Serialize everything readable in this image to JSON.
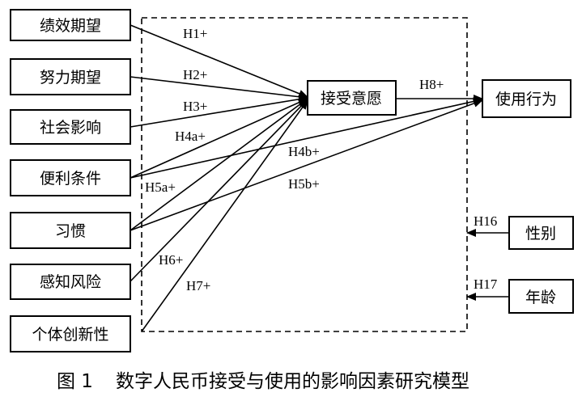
{
  "constructs": {
    "performance_expectancy": "绩效期望",
    "effort_expectancy": "努力期望",
    "social_influence": "社会影响",
    "facilitating_conditions": "便利条件",
    "habit": "习惯",
    "perceived_risk": "感知风险",
    "personal_innovativeness": "个体创新性",
    "intention": "接受意愿",
    "behavior": "使用行为",
    "gender": "性别",
    "age": "年龄"
  },
  "hypotheses": {
    "h1": "H1+",
    "h2": "H2+",
    "h3": "H3+",
    "h4a": "H4a+",
    "h4b": "H4b+",
    "h5a": "H5a+",
    "h5b": "H5b+",
    "h6": "H6+",
    "h7": "H7+",
    "h8": "H8+",
    "h16": "H16",
    "h17": "H17"
  },
  "caption": {
    "figure_number": "图 1",
    "title": "数字人民币接受与使用的影响因素研究模型"
  }
}
